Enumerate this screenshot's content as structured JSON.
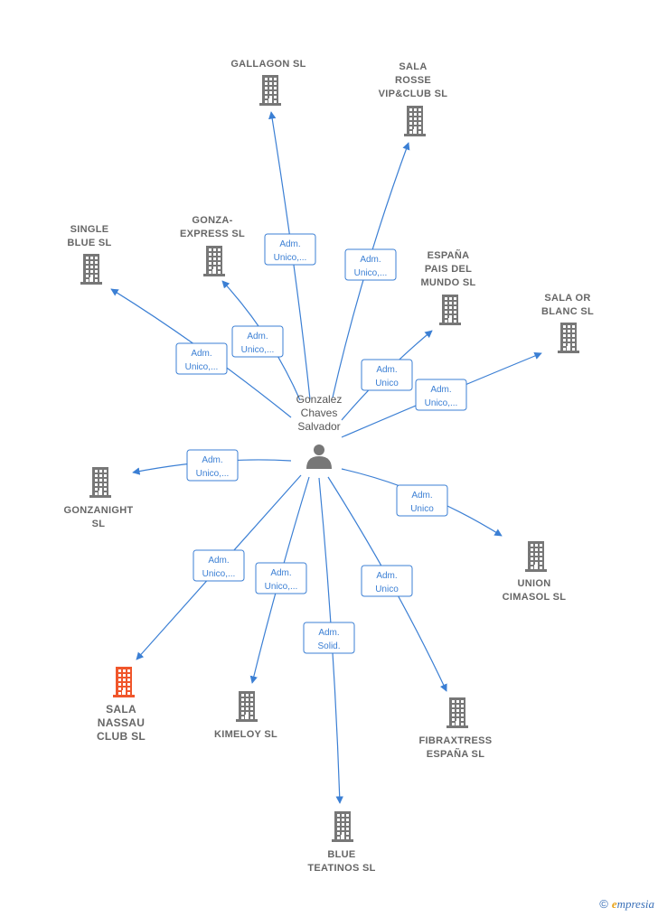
{
  "center": {
    "name_lines": [
      "Gonzalez",
      "Chaves",
      "Salvador"
    ],
    "icon": "person-icon"
  },
  "companies": [
    {
      "id": "gallagon",
      "lines": [
        "GALLAGON  SL"
      ],
      "icon": "building-icon",
      "color": "#777777",
      "highlight": false
    },
    {
      "id": "sala-rosse",
      "lines": [
        "SALA",
        "ROSSE",
        "VIP&CLUB  SL"
      ],
      "icon": "building-icon",
      "color": "#777777",
      "highlight": false
    },
    {
      "id": "single-blue",
      "lines": [
        "SINGLE",
        "BLUE  SL"
      ],
      "icon": "building-icon",
      "color": "#777777",
      "highlight": false
    },
    {
      "id": "gonza-express",
      "lines": [
        "GONZA-",
        "EXPRESS  SL"
      ],
      "icon": "building-icon",
      "color": "#777777",
      "highlight": false
    },
    {
      "id": "espana-pais",
      "lines": [
        "ESPAÑA",
        "PAIS DEL",
        "MUNDO  SL"
      ],
      "icon": "building-icon",
      "color": "#777777",
      "highlight": false
    },
    {
      "id": "sala-or-blanc",
      "lines": [
        "SALA OR",
        "BLANC  SL"
      ],
      "icon": "building-icon",
      "color": "#777777",
      "highlight": false
    },
    {
      "id": "gonzanight",
      "lines": [
        "GONZANIGHT",
        "SL"
      ],
      "icon": "building-icon",
      "color": "#777777",
      "highlight": false
    },
    {
      "id": "union-cimasol",
      "lines": [
        "UNION",
        "CIMASOL  SL"
      ],
      "icon": "building-icon",
      "color": "#777777",
      "highlight": false
    },
    {
      "id": "sala-nassau",
      "lines": [
        "SALA",
        "NASSAU",
        "CLUB  SL"
      ],
      "icon": "building-icon",
      "color": "#f0562b",
      "highlight": true
    },
    {
      "id": "kimeloy",
      "lines": [
        "KIMELOY  SL"
      ],
      "icon": "building-icon",
      "color": "#777777",
      "highlight": false
    },
    {
      "id": "fibraxtress",
      "lines": [
        "FIBRAXTRESS",
        "ESPAÑA  SL"
      ],
      "icon": "building-icon",
      "color": "#777777",
      "highlight": false
    },
    {
      "id": "blue-teatinos",
      "lines": [
        "BLUE",
        "TEATINOS  SL"
      ],
      "icon": "building-icon",
      "color": "#777777",
      "highlight": false
    }
  ],
  "relations": [
    {
      "to": "gallagon",
      "lines": [
        "Adm.",
        "Unico,..."
      ]
    },
    {
      "to": "sala-rosse",
      "lines": [
        "Adm.",
        "Unico,..."
      ]
    },
    {
      "to": "gonza-express",
      "lines": [
        "Adm.",
        "Unico,..."
      ]
    },
    {
      "to": "single-blue",
      "lines": [
        "Adm.",
        "Unico,..."
      ]
    },
    {
      "to": "espana-pais",
      "lines": [
        "Adm.",
        "Unico"
      ]
    },
    {
      "to": "sala-or-blanc",
      "lines": [
        "Adm.",
        "Unico,..."
      ]
    },
    {
      "to": "gonzanight",
      "lines": [
        "Adm.",
        "Unico,..."
      ]
    },
    {
      "to": "union-cimasol",
      "lines": [
        "Adm.",
        "Unico"
      ]
    },
    {
      "to": "sala-nassau",
      "lines": [
        "Adm.",
        "Unico,..."
      ]
    },
    {
      "to": "kimeloy",
      "lines": [
        "Adm.",
        "Unico,..."
      ]
    },
    {
      "to": "blue-teatinos",
      "lines": [
        "Adm.",
        "Solid."
      ]
    },
    {
      "to": "fibraxtress",
      "lines": [
        "Adm.",
        "Unico"
      ]
    }
  ],
  "colors": {
    "edge": "#3b7fd4",
    "node": "#777777",
    "highlight": "#f0562b"
  },
  "footer": {
    "copyright_symbol": "©",
    "brand_first": "e",
    "brand_rest": "mpresia"
  }
}
